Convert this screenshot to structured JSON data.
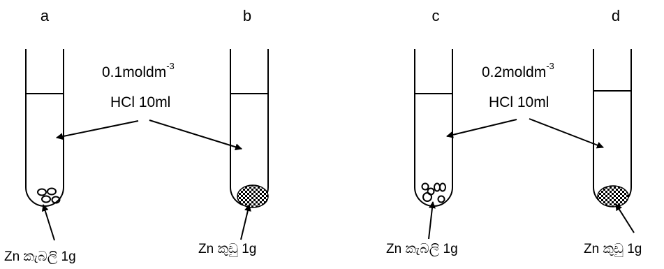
{
  "tubes": [
    {
      "letter": "a",
      "solid": "pieces",
      "caption": "Zn කැබලි 1g"
    },
    {
      "letter": "b",
      "solid": "powder",
      "caption": "Zn කුඩු 1g"
    },
    {
      "letter": "c",
      "solid": "pieces",
      "caption": "Zn කැබලි 1g"
    },
    {
      "letter": "d",
      "solid": "powder",
      "caption": "Zn කුඩු 1g"
    }
  ],
  "solutions": [
    {
      "concentration": "0.1moldm",
      "exponent": "-3",
      "reagent": "HCl 10ml"
    },
    {
      "concentration": "0.2moldm",
      "exponent": "-3",
      "reagent": "HCl 10ml"
    }
  ]
}
